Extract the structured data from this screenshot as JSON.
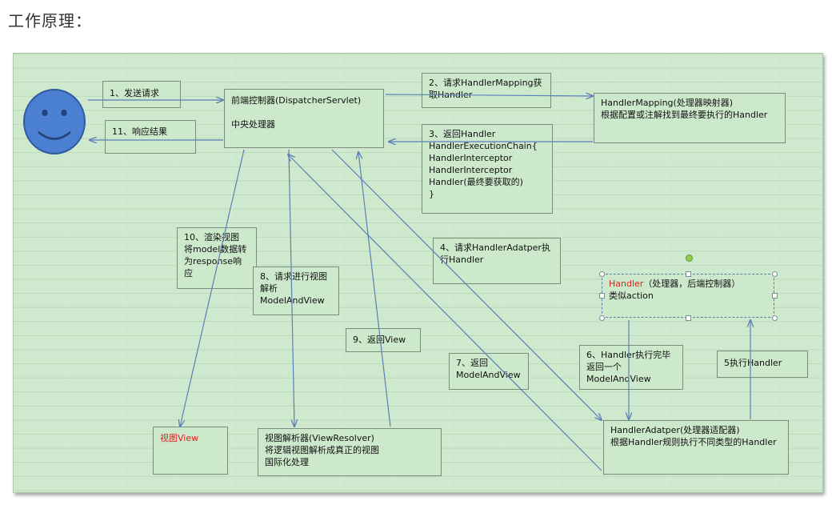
{
  "page_title": "工作原理：",
  "boxes": {
    "b1": "1、发送请求",
    "b11": "11、响应结果",
    "dispatcher": "前端控制器(DispatcherServlet)\n\n中央处理器",
    "b2": "2、请求HandlerMapping获取Handler",
    "mapping": "HandlerMapping(处理器映射器)\n根据配置或注解找到最终要执行的Handler",
    "b3": "3、返回Handler\nHandlerExecutionChain{\n    HandlerInterceptor\n    HandlerInterceptor\n    Handler(最终要获取的)\n}",
    "b10": "10、渲染视图\n将model数据转为response响应",
    "b8": "8、请求进行视图解析\nModelAndView",
    "b4": "4、请求HandlerAdatper执行Handler",
    "handler_red": "Handler",
    "handler_rest": "（处理器，后端控制器）\n类似action",
    "b9": "9、返回View",
    "b7": "7、返回\nModelAndView",
    "b6": "6、Handler执行完毕返回一个\nModelAndView",
    "b5": "5执行Handler",
    "view": "视图View",
    "resolver": "视图解析器(ViewResolver)\n将逻辑视图解析成真正的视图\n国际化处理",
    "adapter": "HandlerAdatper(处理器适配器)\n根据Handler规则执行不同类型的Handler"
  }
}
